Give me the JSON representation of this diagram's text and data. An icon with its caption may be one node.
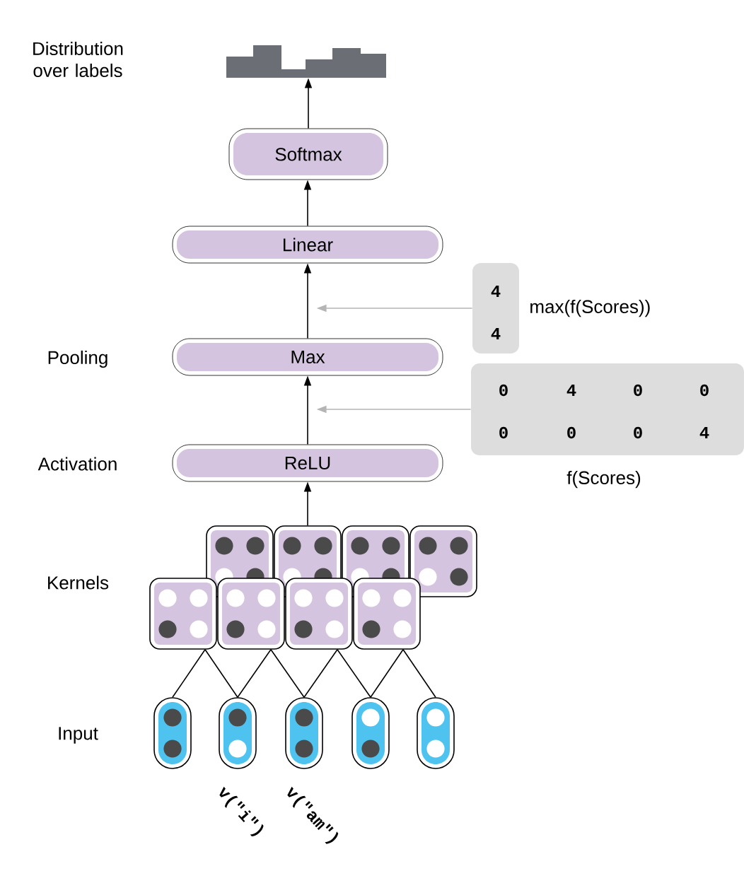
{
  "diagram": {
    "nodes": [
      {
        "text": [],
        "shape": "bar"
      },
      {
        "text": [
          "Softmax"
        ]
      },
      {
        "text": [
          "Linear"
        ]
      },
      {
        "text": [
          "Max"
        ]
      },
      {
        "text": [
          "ReLU"
        ]
      },
      {
        "text": [],
        "shape": "box"
      },
      {
        "text": [],
        "shape": "box"
      },
      {
        "text": [],
        "shape": "box"
      },
      {
        "text": [],
        "shape": "box"
      },
      {
        "text": [],
        "shape": "box"
      },
      {
        "text": [],
        "shape": "box"
      },
      {
        "text": [],
        "shape": "box"
      },
      {
        "text": [],
        "shape": "box"
      },
      {
        "text": [],
        "shape": "capsule"
      },
      {
        "text": [],
        "shape": "capsule"
      },
      {
        "text": [],
        "shape": "capsule"
      },
      {
        "text": [],
        "shape": "capsule"
      },
      {
        "text": [],
        "shape": "capsule"
      },
      {
        "text": [
          "4",
          "4"
        ],
        "beside": [
          "max(f(Scores))"
        ]
      },
      {
        "text": [
          "0",
          "4",
          "0",
          "0",
          "0",
          "0",
          "0",
          "4"
        ],
        "beside": [
          "f(Scores)"
        ]
      }
    ],
    "edges": [
      {
        "from": 1,
        "to": 0,
        "arrow": "to"
      },
      {
        "from": 2,
        "to": 1,
        "arrow": "to"
      },
      {
        "from": 3,
        "to": 2,
        "arrow": "to"
      },
      {
        "from": 4,
        "to": 3,
        "arrow": "to"
      },
      {
        "from": 6,
        "to": 4,
        "arrow": "to"
      },
      {
        "from": 18,
        "to": null,
        "arrow": "to",
        "color": "#b5b5b5"
      },
      {
        "from": 19,
        "to": null,
        "arrow": "to",
        "color": "#b5b5b5"
      },
      {
        "from": 9,
        "to": 13,
        "arrow": "none"
      },
      {
        "from": 9,
        "to": 14,
        "arrow": "none"
      },
      {
        "from": 10,
        "to": 14,
        "arrow": "none"
      },
      {
        "from": 10,
        "to": 15,
        "arrow": "none"
      },
      {
        "from": 11,
        "to": 15,
        "arrow": "none"
      },
      {
        "from": 11,
        "to": 16,
        "arrow": "none"
      },
      {
        "from": 12,
        "to": 16,
        "arrow": "none"
      },
      {
        "from": 12,
        "to": 17,
        "arrow": "none"
      }
    ],
    "labels": [
      "Distribution over labels",
      "Pooling",
      "Activation",
      "Kernels",
      "Input",
      "v(\"i\")",
      "v(\"am\")"
    ]
  }
}
